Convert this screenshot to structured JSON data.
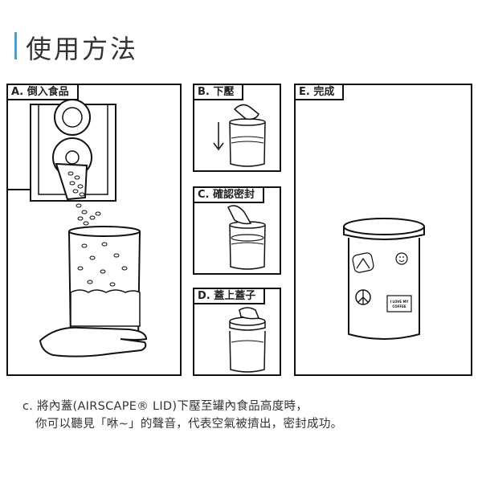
{
  "page": {
    "title": "使用方法"
  },
  "panels": {
    "a": {
      "label": "A. 倒入食品"
    },
    "b": {
      "label": "B. 下壓"
    },
    "c": {
      "label": "C. 確認密封"
    },
    "d": {
      "label": "D. 蓋上蓋子"
    },
    "e": {
      "label": "E. 完成"
    }
  },
  "sticker": {
    "line1": "I LOVE MY",
    "line2": "COFFEE"
  },
  "caption": {
    "line1": "c. 將內蓋(AIRSCAPE® LID)下壓至罐內食品高度時，",
    "line2": "你可以聽見「咻~」的聲音，代表空氣被擠出，密封成功。"
  },
  "icons": [
    "hand-icon",
    "coffee-beans-icon",
    "down-arrow-icon",
    "peace-sign-icon",
    "smiley-icon",
    "mountain-icon"
  ]
}
